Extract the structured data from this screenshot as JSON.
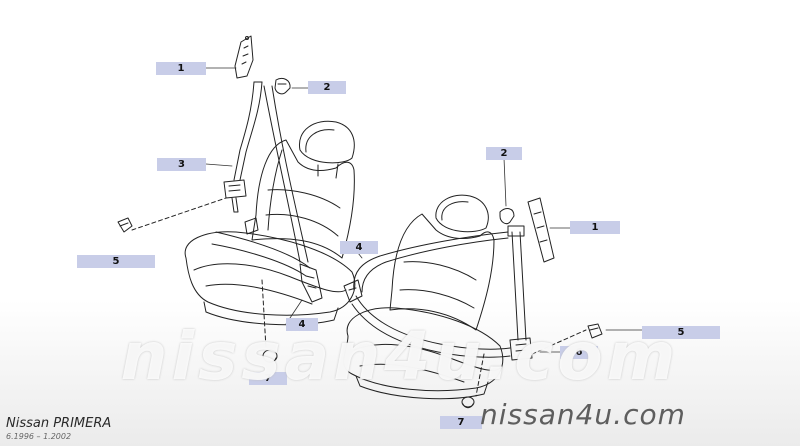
{
  "callouts": {
    "c1a": "1",
    "c2a": "2",
    "c3a": "3",
    "c5a": "5",
    "c4a": "4",
    "c7a": "7",
    "c2b": "2",
    "c1b": "1",
    "c4b": "4",
    "c5b": "5",
    "c6b": "6",
    "c7b": "7"
  },
  "footer": {
    "model": "Nissan PRIMERA",
    "years": "6.1996 – 1.2002",
    "brand": "nissan4u.com",
    "watermark": "nissan4u.com"
  },
  "colors": {
    "callout_bg": "#c8cde8",
    "line": "#222222"
  }
}
